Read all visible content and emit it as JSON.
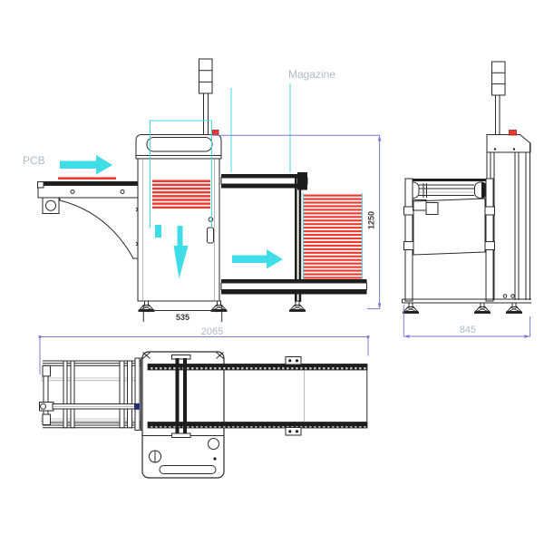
{
  "colors": {
    "red": "#ee3b32",
    "cyan": "#3fdde8",
    "dim_blue": "#7b7bd4",
    "label_gray": "#aebbc7",
    "dim_text_dark": "#3a3a3a"
  },
  "labels": {
    "pcb": "PCB",
    "magazine": "Magazine"
  },
  "dimensions": {
    "machine_width": "535",
    "total_length": "2065",
    "machine_height": "1250",
    "machine_depth": "845"
  },
  "front_view": {
    "machine_stack_count": 8,
    "magazine_stack_count": 24
  }
}
